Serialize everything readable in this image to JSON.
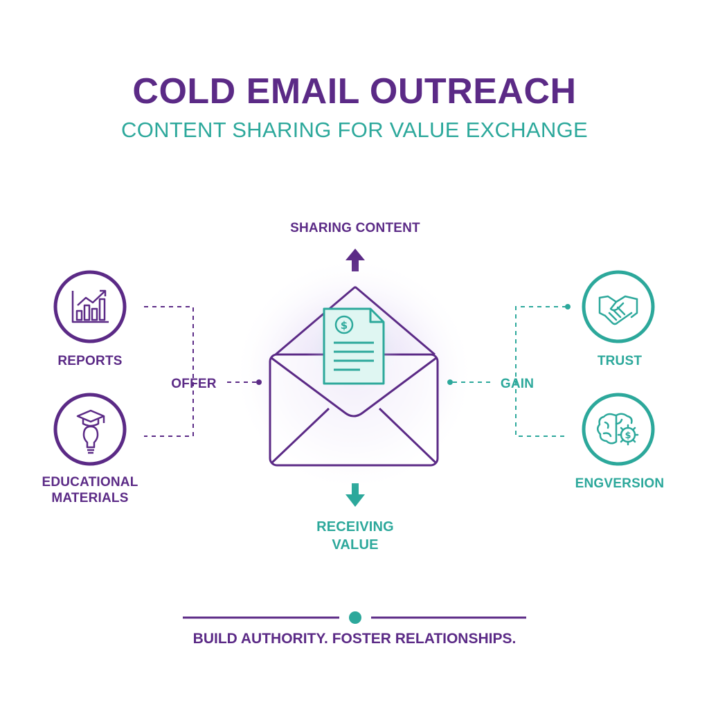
{
  "header": {
    "title": "COLD EMAIL OUTREACH",
    "subtitle": "CONTENT SHARING FOR VALUE EXCHANGE"
  },
  "center": {
    "top_label": "SHARING CONTENT",
    "bottom_label": "RECEIVING VALUE",
    "icon": "envelope-with-invoice-icon"
  },
  "left": {
    "connector_label": "OFFER",
    "items": [
      {
        "label": "REPORTS",
        "icon": "bar-chart-icon"
      },
      {
        "label": "EDUCATIONAL MATERIALS",
        "icon": "graduation-lightbulb-icon"
      }
    ]
  },
  "right": {
    "connector_label": "GAIN",
    "items": [
      {
        "label": "TRUST",
        "icon": "handshake-icon"
      },
      {
        "label": "ENGVERSION",
        "icon": "brain-gear-icon"
      }
    ]
  },
  "footer": {
    "tagline": "BUILD AUTHORITY. FOSTER RELATIONSHIPS."
  },
  "colors": {
    "purple": "#5b2a86",
    "teal": "#2ca89b",
    "background": "#ffffff"
  }
}
